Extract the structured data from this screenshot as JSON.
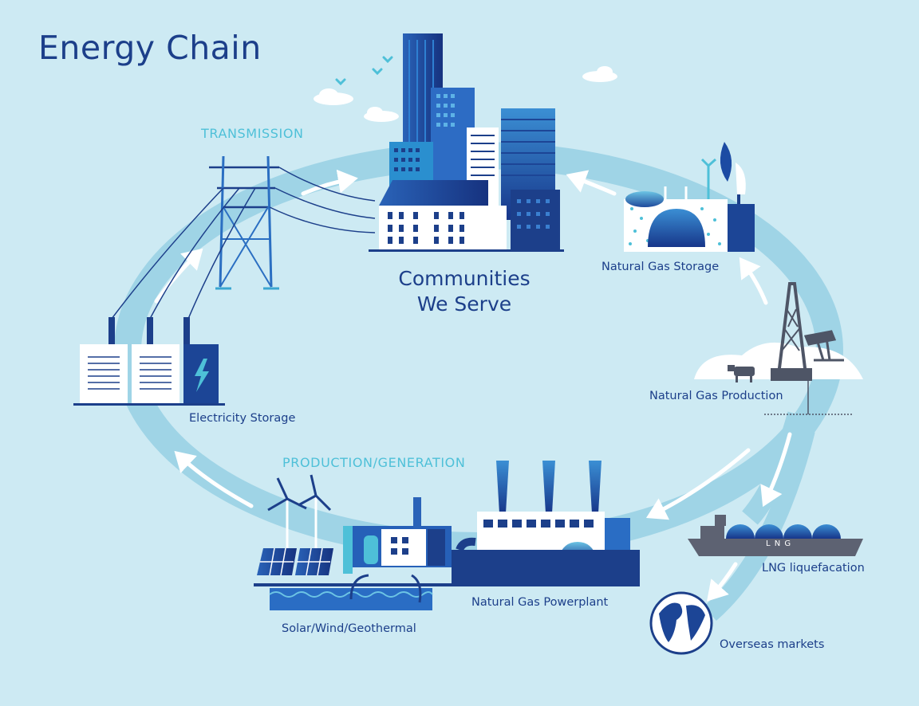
{
  "title": "Energy Chain",
  "sections": {
    "transmission": "TRANSMISSION",
    "production": "PRODUCTION/GENERATION"
  },
  "center": {
    "line1": "Communities",
    "line2": "We Serve"
  },
  "nodes": {
    "natural_gas_storage": "Natural Gas Storage",
    "natural_gas_production": "Natural Gas Production",
    "lng": "LNG liquefacation",
    "overseas": "Overseas markets",
    "powerplant": "Natural Gas Powerplant",
    "renewables": "Solar/Wind/Geothermal",
    "electricity_storage": "Electricity Storage"
  },
  "ship_text": "L N G",
  "colors": {
    "background": "#cdeaf3",
    "loop": "#9fd4e6",
    "navy": "#1c3f8a",
    "accent": "#4ec0d8",
    "arrow": "#ffffff"
  }
}
